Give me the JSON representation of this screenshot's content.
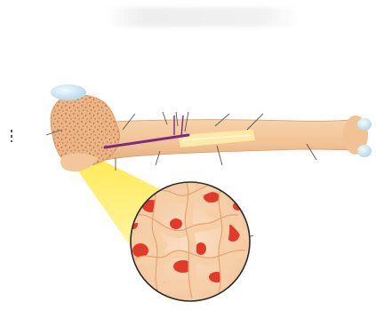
{
  "diagram": {
    "parts": [
      "cartilage-cap-proximal",
      "spongy-bone-epiphysis",
      "compact-bone-shaft",
      "medullary-cavity",
      "blood-vessel",
      "cartilage-cap-distal",
      "magnified-spongy-bone"
    ],
    "colors": {
      "bone": "#f3c79a",
      "bone_shadow": "#e0a472",
      "spongy": "#e9b78a",
      "speckle": "#c8623a",
      "cartilage": "#cfe6f2",
      "marrow": "#ffe49a",
      "vessel": "#7a2a82",
      "zoom_beam": "#fff26a",
      "red_marrow": "#e23a2a",
      "trabecula": "#f6c9a0",
      "leader": "#555555"
    }
  }
}
